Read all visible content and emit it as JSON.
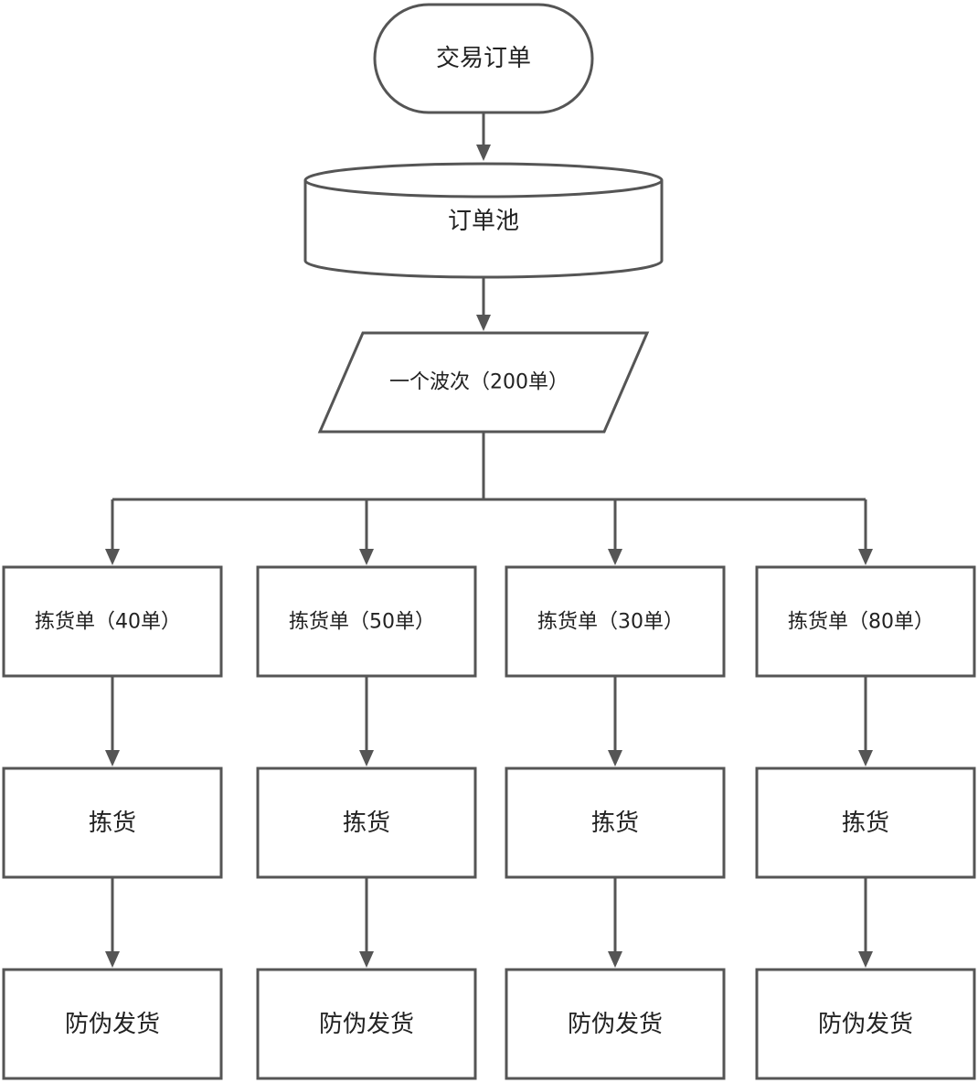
{
  "nodes": {
    "start": {
      "label": "交易订单",
      "shape": "terminator"
    },
    "pool": {
      "label": "订单池",
      "shape": "database"
    },
    "wave": {
      "label": "一个波次（200单）",
      "shape": "parallelogram"
    }
  },
  "columns": [
    {
      "pick_list": "拣货单（40单）",
      "pick": "拣货",
      "ship": "防伪发货"
    },
    {
      "pick_list": "拣货单（50单）",
      "pick": "拣货",
      "ship": "防伪发货"
    },
    {
      "pick_list": "拣货单（30单）",
      "pick": "拣货",
      "ship": "防伪发货"
    },
    {
      "pick_list": "拣货单（80单）",
      "pick": "拣货",
      "ship": "防伪发货"
    }
  ],
  "colors": {
    "stroke": "#555555",
    "fill": "#ffffff",
    "text": "#222222"
  }
}
